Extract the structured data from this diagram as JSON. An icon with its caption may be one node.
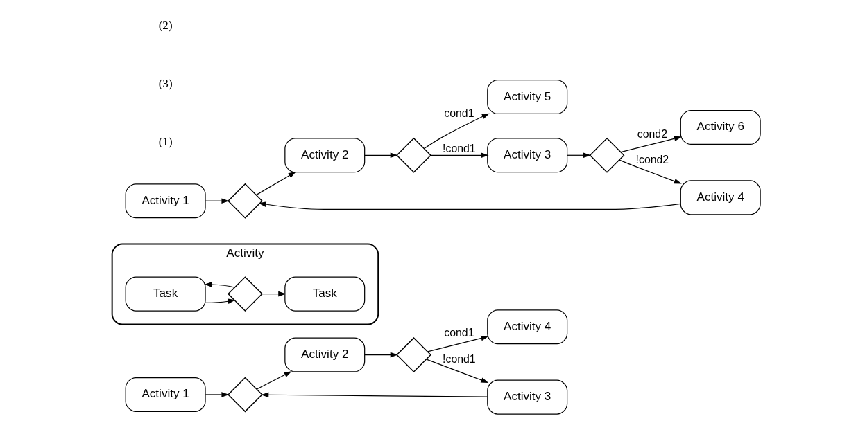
{
  "diagram": {
    "nodes": [
      {
        "text": [
          "Activity 1"
        ]
      },
      {
        "text": [],
        "shape": "diamond"
      },
      {
        "text": [
          "Activity 2"
        ]
      },
      {
        "text": [],
        "shape": "diamond"
      },
      {
        "text": [
          "Activity 4"
        ]
      },
      {
        "text": [
          "Activity 3"
        ]
      },
      {
        "text": [
          "Activity"
        ]
      },
      {
        "text": [
          "Task"
        ],
        "in": 6
      },
      {
        "text": [],
        "shape": "diamond",
        "in": 6
      },
      {
        "text": [
          "Task"
        ],
        "in": 6
      },
      {
        "text": [
          "Activity 1"
        ]
      },
      {
        "text": [],
        "shape": "diamond"
      },
      {
        "text": [
          "Activity 2"
        ]
      },
      {
        "text": [],
        "shape": "diamond"
      },
      {
        "text": [
          "Activity 5"
        ]
      },
      {
        "text": [
          "Activity 3"
        ]
      },
      {
        "text": [],
        "shape": "diamond"
      },
      {
        "text": [
          "Activity 6"
        ]
      },
      {
        "text": [
          "Activity 4"
        ]
      }
    ],
    "edges": [
      {
        "from": 0,
        "to": 1,
        "arrow": "to"
      },
      {
        "from": 1,
        "to": 2,
        "arrow": "to"
      },
      {
        "from": 2,
        "to": 3,
        "arrow": "to"
      },
      {
        "from": 3,
        "to": 4,
        "arrow": "to",
        "label": "cond1"
      },
      {
        "from": 3,
        "to": 5,
        "arrow": "to",
        "label": "!cond1"
      },
      {
        "from": 5,
        "to": 1,
        "arrow": "to"
      },
      {
        "from": 7,
        "to": 8,
        "arrow": "to"
      },
      {
        "from": 8,
        "to": 9,
        "arrow": "to"
      },
      {
        "from": 8,
        "to": 6,
        "arrow": "to"
      },
      {
        "from": 10,
        "to": 11,
        "arrow": "to"
      },
      {
        "from": 11,
        "to": 12,
        "arrow": "to"
      },
      {
        "from": 12,
        "to": 13,
        "arrow": "to"
      },
      {
        "from": 13,
        "to": 14,
        "arrow": "to",
        "label": "cond1"
      },
      {
        "from": 13,
        "to": 15,
        "arrow": "to",
        "label": "!cond1"
      },
      {
        "from": 15,
        "to": 16,
        "arrow": "to"
      },
      {
        "from": 16,
        "to": 17,
        "arrow": "to",
        "label": "cond2"
      },
      {
        "from": 16,
        "to": 18,
        "arrow": "to",
        "label": "!cond2"
      },
      {
        "from": 18,
        "to": 11,
        "arrow": "to"
      }
    ],
    "labels": [
      "(1)",
      "(3)",
      "(2)"
    ]
  }
}
